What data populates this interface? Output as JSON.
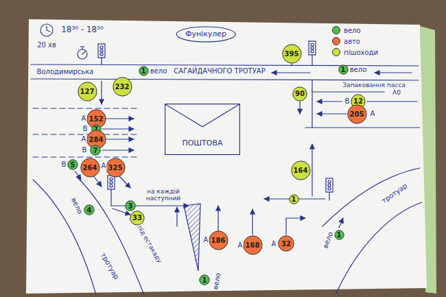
{
  "diagram": {
    "nodes": [
      {
        "text": [
          "Фунікулер"
        ]
      },
      {
        "text": [
          "395"
        ]
      },
      {
        "text": [
          "1"
        ]
      },
      {
        "text": [
          "1"
        ]
      },
      {
        "text": [
          "232"
        ]
      },
      {
        "text": [
          "127"
        ]
      },
      {
        "text": [
          "90"
        ]
      },
      {
        "text": [
          "12"
        ]
      },
      {
        "text": [
          "205"
        ]
      },
      {
        "text": [
          "152"
        ]
      },
      {
        "text": [
          "7"
        ]
      },
      {
        "text": [
          "ПОШТОВА"
        ]
      },
      {
        "text": [
          "284"
        ]
      },
      {
        "text": [
          "7"
        ]
      },
      {
        "text": [
          "5"
        ]
      },
      {
        "text": [
          "264"
        ]
      },
      {
        "text": [
          "325"
        ]
      },
      {
        "text": [
          "164"
        ]
      },
      {
        "text": [
          "1"
        ]
      },
      {
        "text": [
          "3"
        ]
      },
      {
        "text": [
          "4"
        ]
      },
      {
        "text": [
          "33"
        ]
      },
      {
        "text": [
          "186"
        ]
      },
      {
        "text": [
          "168"
        ]
      },
      {
        "text": [
          "32"
        ]
      },
      {
        "text": [
          "1"
        ]
      },
      {
        "text": [
          "1"
        ]
      }
    ],
    "labels": [
      "18³⁰ - 18⁵⁰",
      "20 хв",
      "Володимирська",
      "вело",
      "САГАЙДАЧНОГО ТРОТУАР",
      "вело",
      "Запаковання пасса",
      "А0",
      "B",
      "A",
      "A",
      "B",
      "A",
      "B",
      "B",
      "A",
      "на каждій наступний",
      "під естакаду",
      "вело",
      "тротуар",
      "тротуар",
      "A",
      "A",
      "A",
      "вело",
      "вело"
    ],
    "legend": [
      {
        "text": "вело",
        "color": "#4cbf4a"
      },
      {
        "text": "авто",
        "color": "#f0703c"
      },
      {
        "text": "пішоходи",
        "color": "#cde03e"
      }
    ]
  }
}
